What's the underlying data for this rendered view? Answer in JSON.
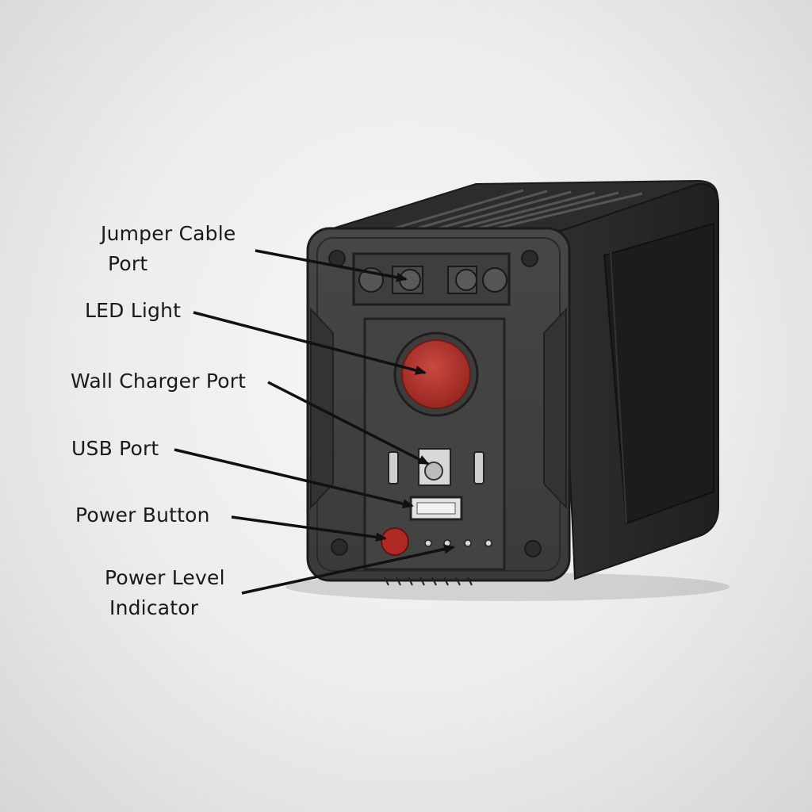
{
  "diagram": {
    "callouts": [
      {
        "id": "jumper-cable-port",
        "lines": [
          "Jumper Cable",
          "Port"
        ]
      },
      {
        "id": "led-light",
        "lines": [
          "LED Light"
        ]
      },
      {
        "id": "wall-charger-port",
        "lines": [
          "Wall Charger Port"
        ]
      },
      {
        "id": "usb-port",
        "lines": [
          "USB Port"
        ]
      },
      {
        "id": "power-button",
        "lines": [
          "Power Button"
        ]
      },
      {
        "id": "power-level-indicator",
        "lines": [
          "Power Level",
          "Indicator"
        ]
      }
    ],
    "colors": {
      "background": "#ececec",
      "device_body": "#3b3b3b",
      "device_side": "#262626",
      "face_panel": "#4a4a4a",
      "led_red": "#b5322c",
      "button_red": "#b02a24",
      "arrow": "#111111"
    }
  }
}
